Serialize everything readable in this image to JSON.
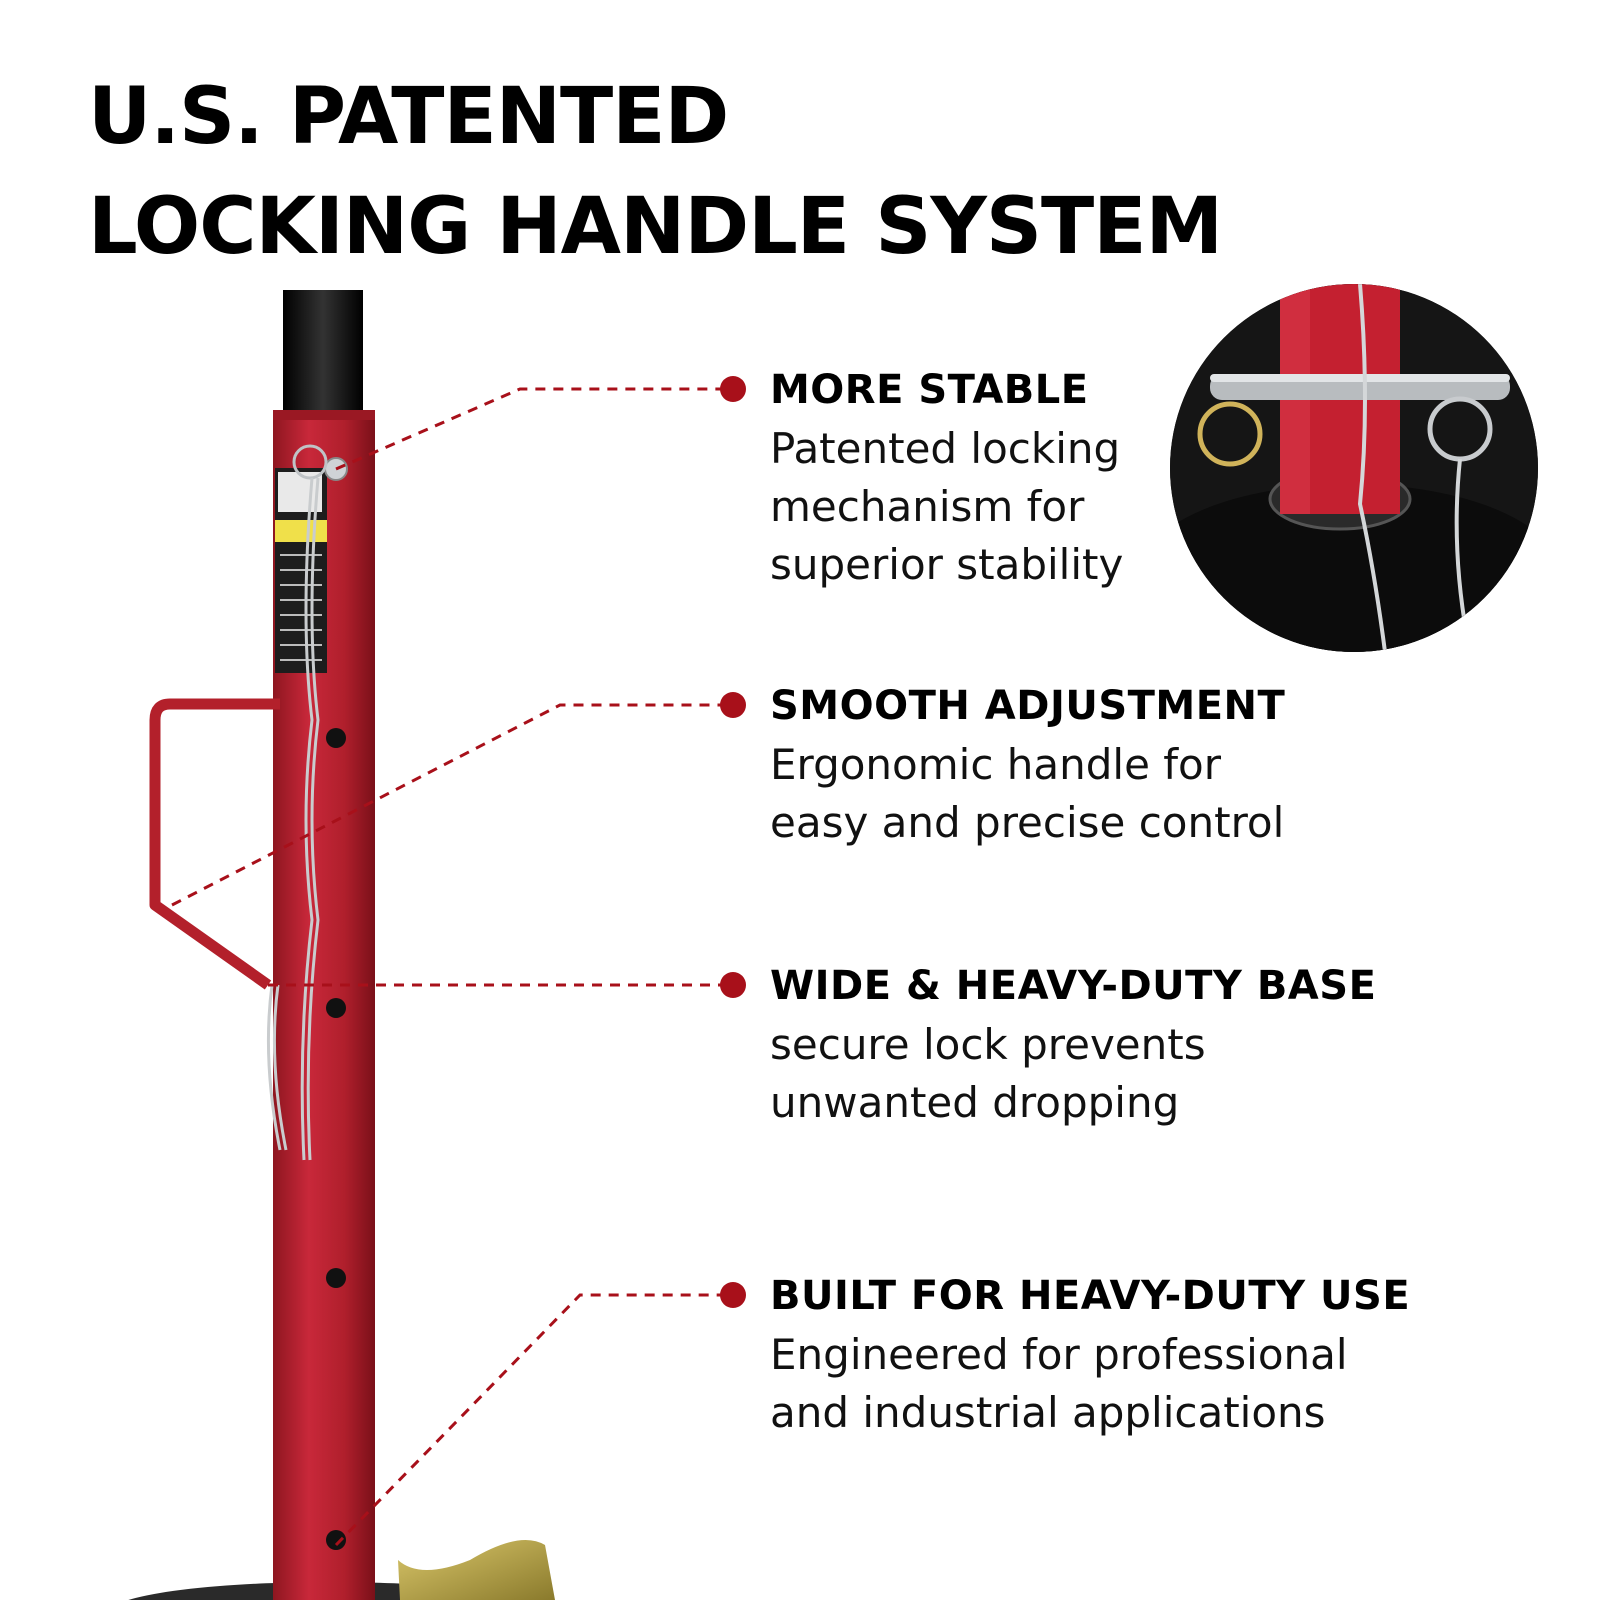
{
  "headline": {
    "line1": "U.S. PATENTED",
    "line2": "LOCKING HANDLE SYSTEM"
  },
  "features": [
    {
      "title": "MORE STABLE",
      "description": "Patented locking mechanism for superior stability"
    },
    {
      "title": "SMOOTH ADJUSTMENT",
      "description": "Ergonomic handle for easy and precise control"
    },
    {
      "title": "WIDE & HEAVY-DUTY BASE",
      "description": "secure lock prevents unwanted dropping"
    },
    {
      "title": "BUILT FOR HEAVY-DUTY USE",
      "description": "Engineered for professional and industrial applications"
    }
  ],
  "colors": {
    "stand_red": "#b3202b",
    "callout_red": "#a8101a",
    "inner_tube": "#111111",
    "text": "#000000"
  },
  "icons": [
    "callout-dot-icon",
    "chain-icon",
    "locking-pin-icon",
    "handle-icon"
  ]
}
